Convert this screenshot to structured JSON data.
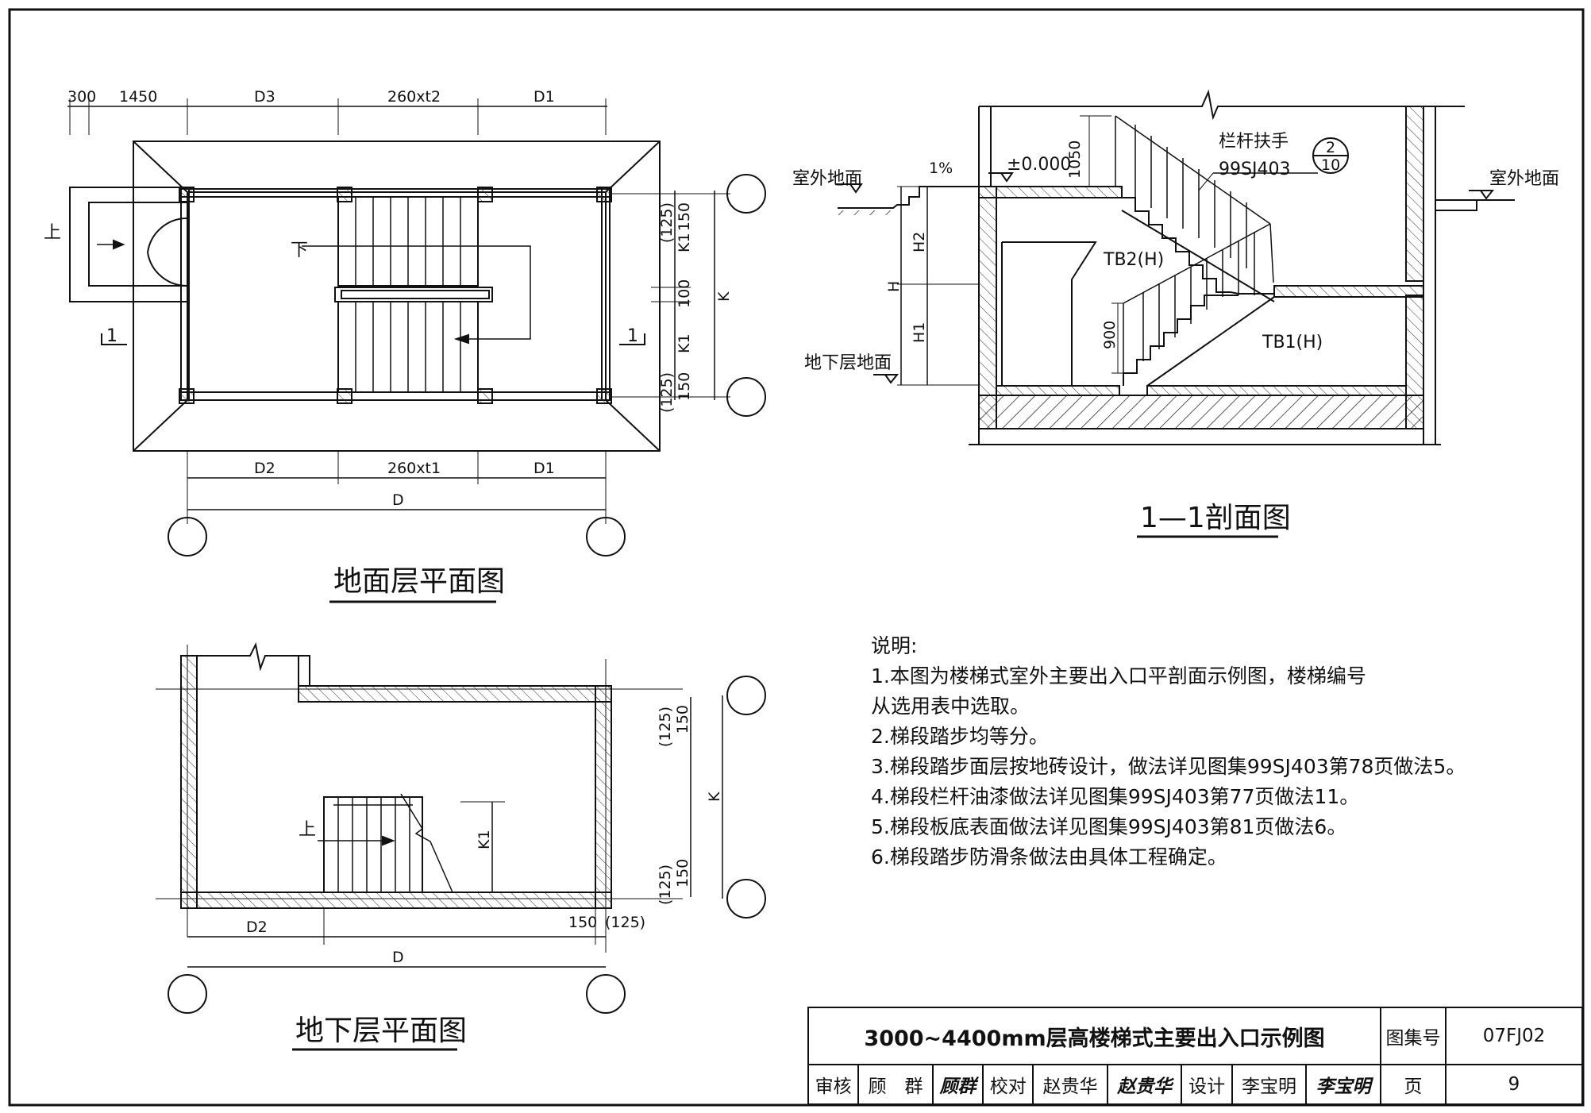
{
  "ground_plan": {
    "title": "地面层平面图",
    "top_dims": [
      "300",
      "1450",
      "D3",
      "260xt2",
      "D1"
    ],
    "bottom_dims": [
      "D2",
      "260xt1",
      "D1",
      "D"
    ],
    "side_dims": [
      "(125)",
      "150",
      "K1",
      "100",
      "K",
      "K1",
      "(125)",
      "150"
    ],
    "label_up": "上",
    "label_down": "下",
    "section_mark": "1"
  },
  "section": {
    "title": "1—1剖面图",
    "outdoor_ground": "室外地面",
    "basement_floor": "地下层地面",
    "elevation": "±0.000",
    "slope": "1%",
    "rail_label": "栏杆扶手",
    "rail_ref": "99SJ403",
    "detail_num": "2",
    "detail_page": "10",
    "dims": [
      "1050",
      "H2",
      "H",
      "H1",
      "900"
    ],
    "tb2": "TB2(H)",
    "tb1": "TB1(H)"
  },
  "basement_plan": {
    "title": "地下层平面图",
    "dims": [
      "(125)",
      "150",
      "K",
      "K1",
      "(125)",
      "150",
      "150",
      "(125)",
      "D2",
      "D"
    ],
    "label_up": "上"
  },
  "notes": {
    "heading": "说明:",
    "items": [
      "1.本图为楼梯式室外主要出入口平剖面示例图，楼梯编号",
      "从选用表中选取。",
      "2.梯段踏步均等分。",
      "3.梯段踏步面层按地砖设计，做法详见图集99SJ403第78页做法5。",
      "4.梯段栏杆油漆做法详见图集99SJ403第77页做法11。",
      "5.梯段板底表面做法详见图集99SJ403第81页做法6。",
      "6.梯段踏步防滑条做法由具体工程确定。"
    ]
  },
  "title_block": {
    "drawing_title": "3000~4400mm层高楼梯式主要出入口示例图",
    "atlas_label": "图集号",
    "atlas_value": "07FJ02",
    "review_label": "审核",
    "review_name": "顾　群",
    "review_sig": "顾群",
    "check_label": "校对",
    "check_name": "赵贵华",
    "check_sig": "赵贵华",
    "design_label": "设计",
    "design_name": "李宝明",
    "design_sig": "李宝明",
    "page_label": "页",
    "page_value": "9"
  }
}
